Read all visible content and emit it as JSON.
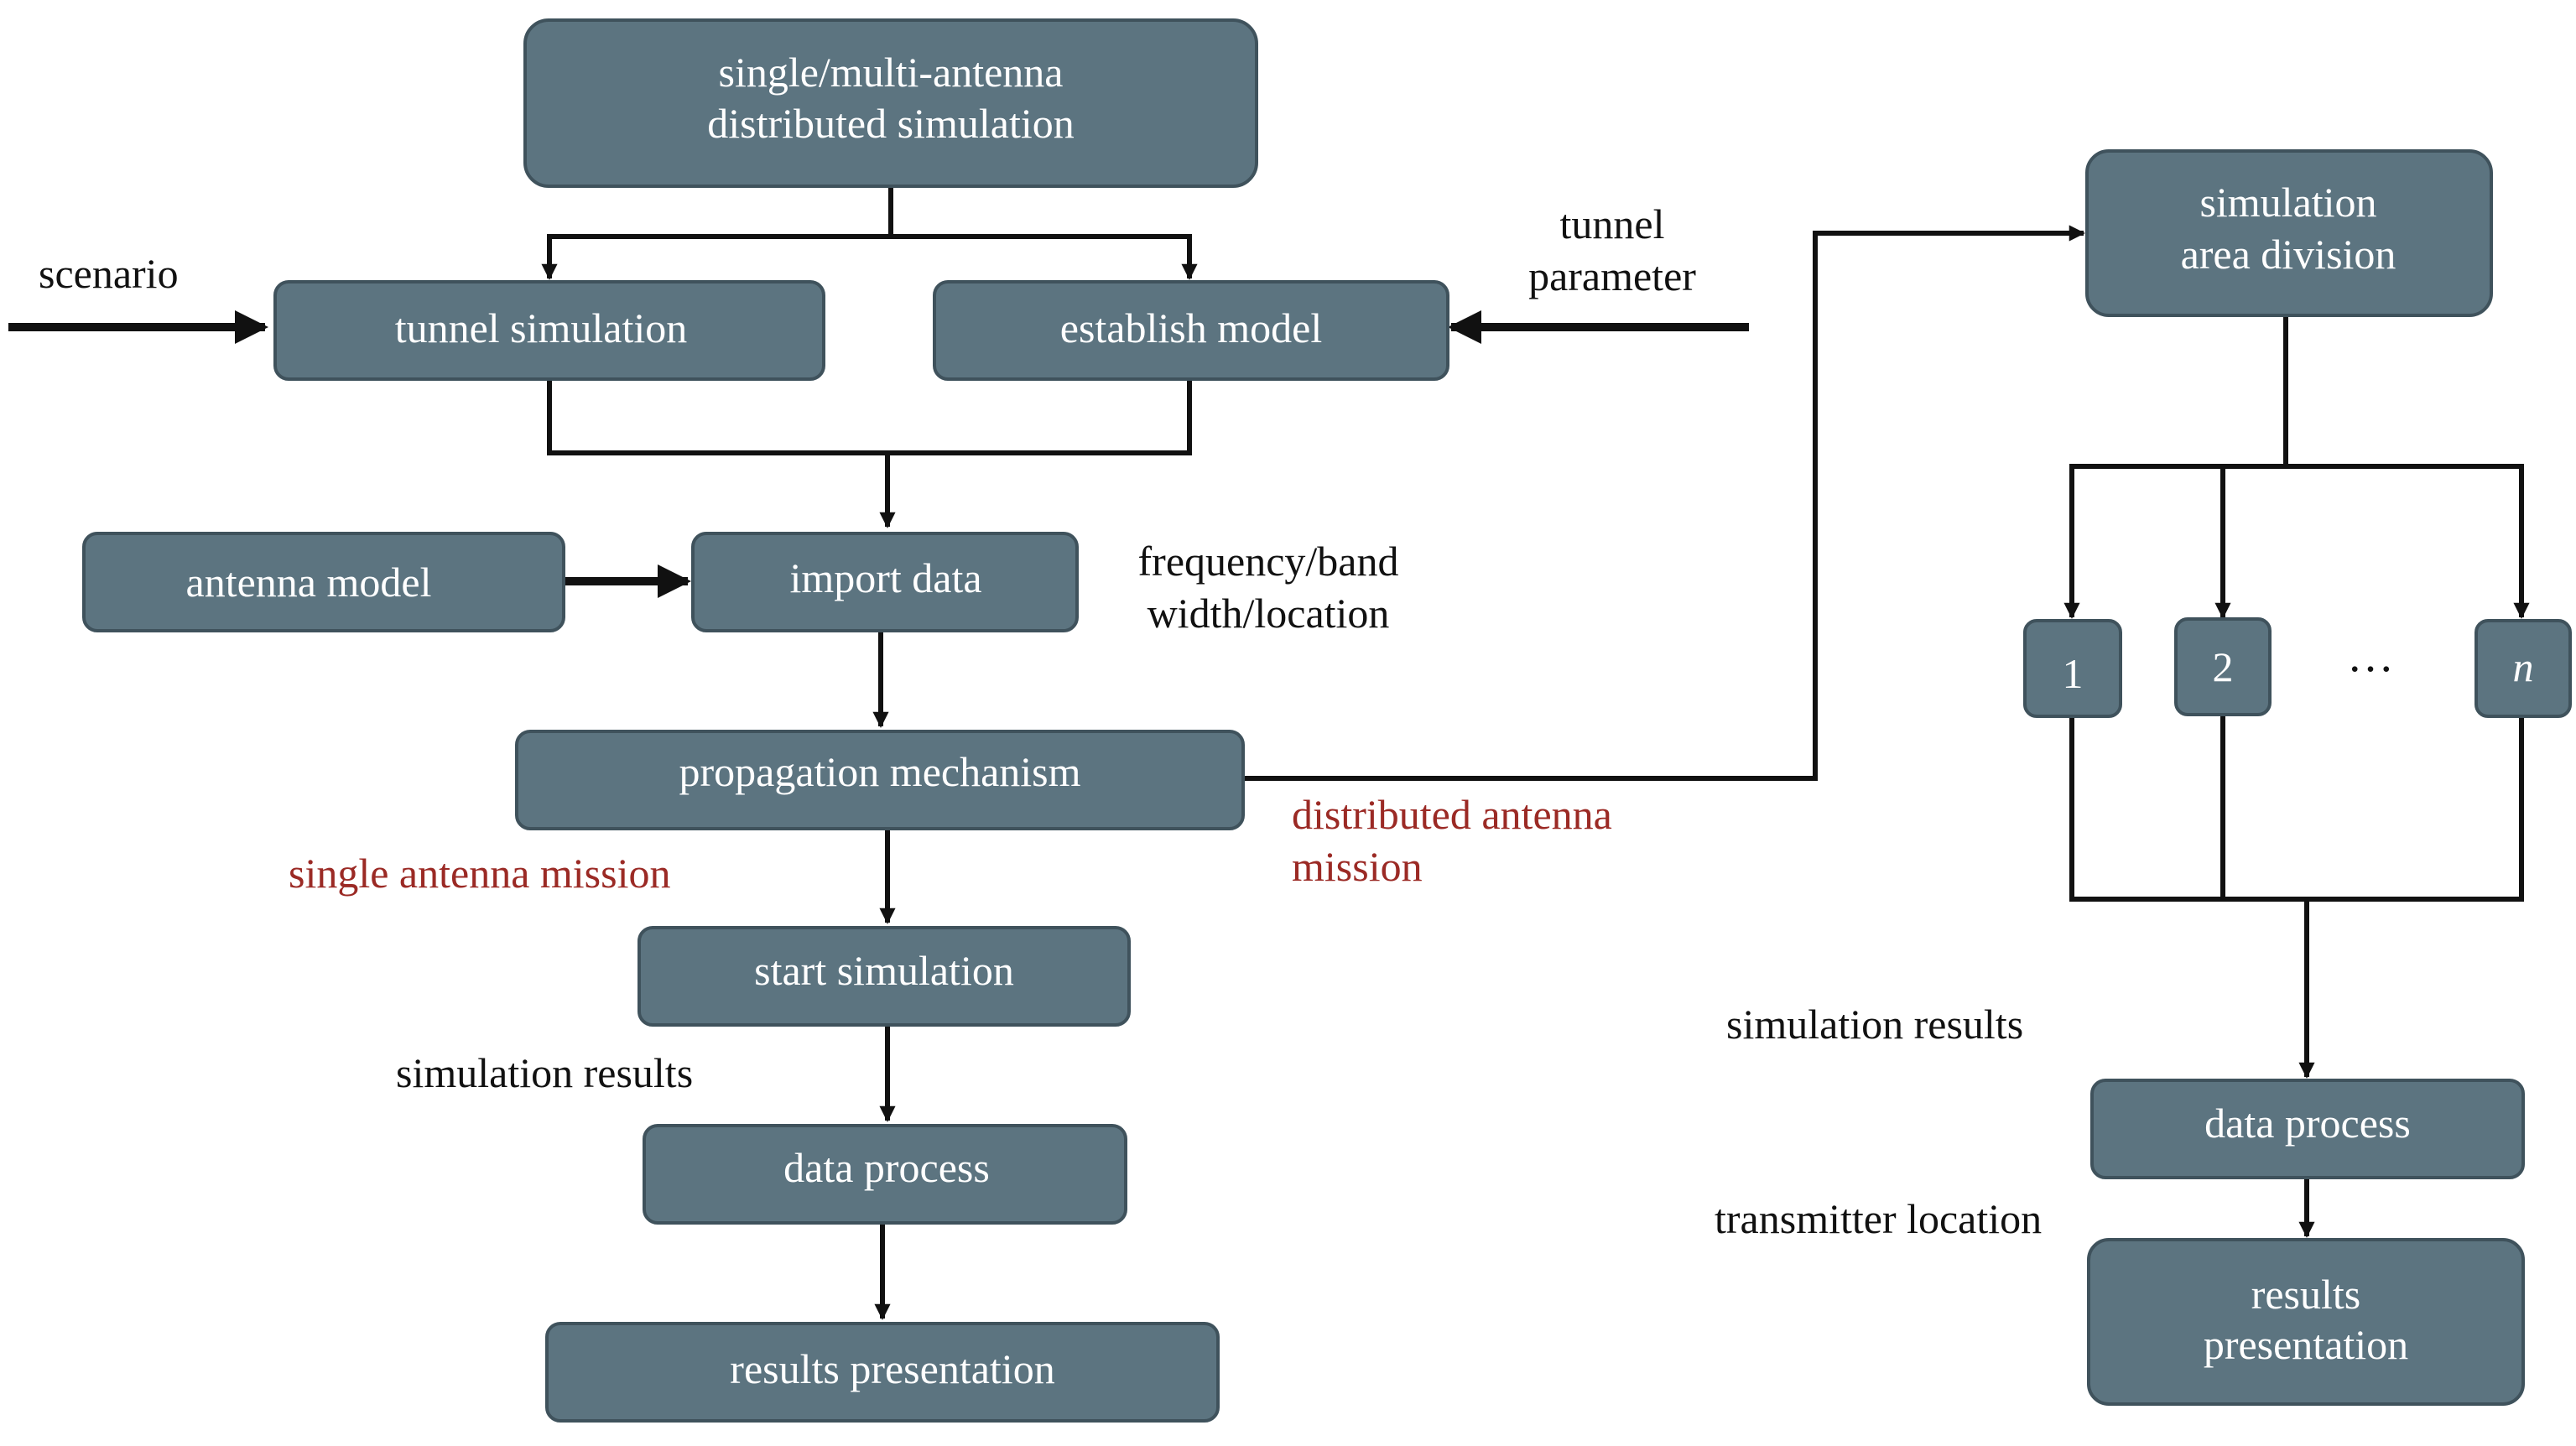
{
  "nodes": {
    "top": [
      "single/multi-antenna",
      "distributed simulation"
    ],
    "tunnel_simulation": "tunnel simulation",
    "establish_model": "establish model",
    "antenna_model": "antenna model",
    "import_data": "import data",
    "propagation_mechanism": "propagation mechanism",
    "start_simulation": "start simulation",
    "data_process_left": "data process",
    "results_presentation_left": "results presentation",
    "simulation_area_division": [
      "simulation",
      "area division"
    ],
    "node_1": "1",
    "node_2": "2",
    "node_ellipsis": "…",
    "node_n": "n",
    "data_process_right": "data process",
    "results_presentation_right": [
      "results",
      "presentation"
    ]
  },
  "labels": {
    "scenario": "scenario",
    "tunnel_parameter": [
      "tunnel",
      "parameter"
    ],
    "frequency": [
      "frequency/band",
      "width/location"
    ],
    "single_antenna_mission": "single antenna mission",
    "distributed_antenna_mission": [
      "distributed antenna",
      "mission"
    ],
    "simulation_results_left": "simulation results",
    "simulation_results_right": "simulation results",
    "transmitter_location": "transmitter location"
  },
  "colors": {
    "box_fill": "#5c7480",
    "box_border": "#3f525c",
    "box_text": "#ffffff",
    "label_text": "#111111",
    "highlight_text": "#9b2a25",
    "connector": "#111111"
  }
}
